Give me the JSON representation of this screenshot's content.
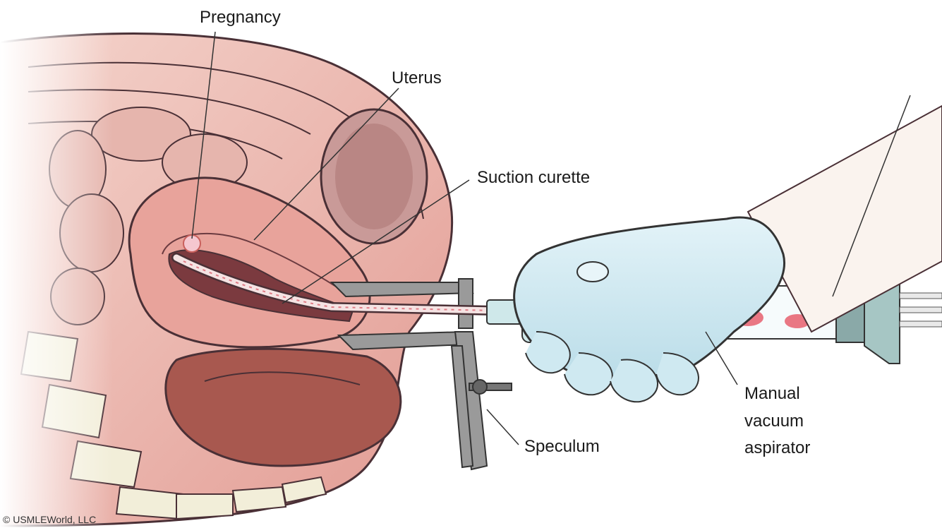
{
  "labels": {
    "pregnancy": "Pregnancy",
    "uterus": "Uterus",
    "suction_curette": "Suction curette",
    "manual_vacuum_aspirator_line1": "Manual",
    "manual_vacuum_aspirator_line2": "vacuum",
    "manual_vacuum_aspirator_line3": "aspirator",
    "speculum": "Speculum"
  },
  "copyright": "© USMLEWorld, LLC",
  "colors": {
    "tissue": "#e7a8a0",
    "tissue_dark": "#c9605c",
    "outline": "#4a3036",
    "glove": "#cfe9f1",
    "syringe": "#bfe7ea",
    "speculum": "#8c8c8c",
    "bone": "#f2eed9"
  }
}
